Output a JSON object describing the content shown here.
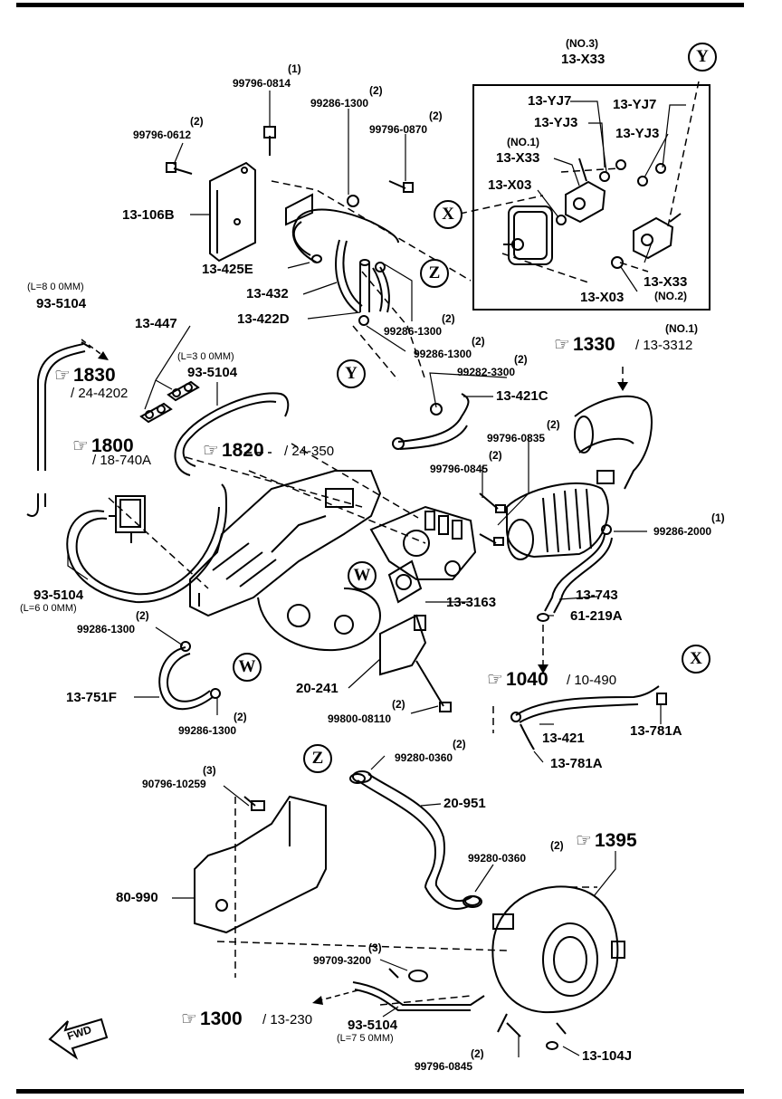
{
  "callouts": {
    "x": "X",
    "y": "Y",
    "z": "Z",
    "w": "W"
  },
  "parts": {
    "p_99796_0814_q": "(1)",
    "p_99796_0814": "99796-0814",
    "p_99286_1300_top_q": "(2)",
    "p_99286_1300_top": "99286-1300",
    "p_99796_0870_q": "(2)",
    "p_99796_0870": "99796-0870",
    "p_99796_0612_q": "(2)",
    "p_99796_0612": "99796-0612",
    "p_13_106b": "13-106B",
    "p_13_425e": "13-425E",
    "p_13_432": "13-432",
    "p_13_422d": "13-422D",
    "p_99286_1300_z_q": "(2)",
    "p_99286_1300_z": "99286-1300",
    "p_99286_1300_y_q": "(2)",
    "p_99286_1300_y": "99286-1300",
    "p_no3": "(NO.3)",
    "p_13_x33_top": "13-X33",
    "p_13_yj7_a": "13-YJ7",
    "p_13_yj7_b": "13-YJ7",
    "p_13_yj3_a": "13-YJ3",
    "p_13_yj3_b": "13-YJ3",
    "p_no1": "(NO.1)",
    "p_13_x33_no1": "13-X33",
    "p_13_x03_a": "13-X03",
    "p_13_x33_no2": "13-X33",
    "p_13_x03_b": "13-X03",
    "p_no2": "(NO.2)",
    "p_l800": "(L=8 0 0MM)",
    "p_93_5104_a": "93-5104",
    "p_13_447": "13-447",
    "p_l300": "(L=3 0 0MM)",
    "p_93_5104_b": "93-5104",
    "p_99282_3300_q": "(2)",
    "p_99282_3300": "99282-3300",
    "p_13_421c": "13-421C",
    "p_99796_0835_q": "(2)",
    "p_99796_0835": "99796-0835",
    "p_99796_0845_top_q": "(2)",
    "p_99796_0845_top": "99796-0845",
    "p_99286_2000_q": "(1)",
    "p_99286_2000": "99286-2000",
    "p_13_743": "13-743",
    "p_61_219a": "61-219A",
    "p_13_3163": "13-3163",
    "p_93_5104_c": "93-5104",
    "p_l600": "(L=6 0 0MM)",
    "p_99286_1300_l_q": "(2)",
    "p_99286_1300_l": "99286-1300",
    "p_13_751f": "13-751F",
    "p_99286_1300_b_q": "(2)",
    "p_99286_1300_b": "99286-1300",
    "p_20_241": "20-241",
    "p_99800_08110_q": "(2)",
    "p_99800_08110": "99800-08110",
    "p_13_421": "13-421",
    "p_13_781a_a": "13-781A",
    "p_13_781a_b": "13-781A",
    "p_99280_0360_a_q": "(2)",
    "p_99280_0360_a": "99280-0360",
    "p_90796_10259_q": "(3)",
    "p_90796_10259": "90796-10259",
    "p_20_951": "20-951",
    "p_99280_0360_b_q": "(2)",
    "p_99280_0360_b": "99280-0360",
    "p_80_990": "80-990",
    "p_99709_3200_q": "(3)",
    "p_99709_3200": "99709-3200",
    "p_93_5104_d": "93-5104",
    "p_l750": "(L=7 5 0MM)",
    "p_99796_0845_b_q": "(2)",
    "p_99796_0845_b": "99796-0845",
    "p_13_104j": "13-104J",
    "fwd": "FWD"
  },
  "refs": {
    "r1330": "1330",
    "r1330_sub": "/ 13-3312",
    "r1330_no1": "(NO.1)",
    "r1830": "1830",
    "r1830_sub": "/ 24-4202",
    "r1800": "1800",
    "r1800_sub": "/ 18-740A",
    "r1820": "1820",
    "r1820_sub": "/ 24-350",
    "r1040": "1040",
    "r1040_sub": "/ 10-490",
    "r1395": "1395",
    "r1300": "1300",
    "r1300_sub": "/ 13-230"
  },
  "icons": {
    "ref_hand": "pointing-hand-icon"
  }
}
